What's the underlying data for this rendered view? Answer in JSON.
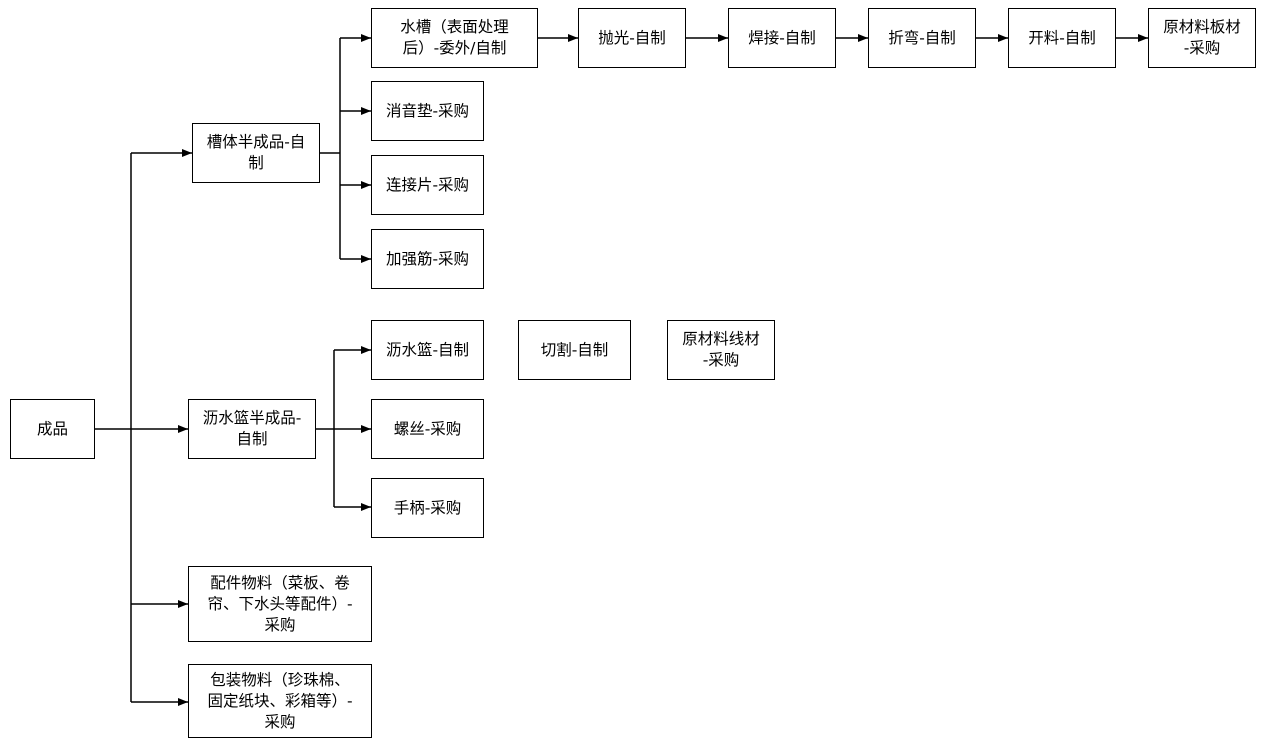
{
  "nodes": {
    "finished": "成品",
    "tank_semi": "槽体半成品-自\n制",
    "basket_semi": "沥水篮半成品-\n自制",
    "accessories": "配件物料（菜板、卷\n帘、下水头等配件）-\n采购",
    "packaging": "包装物料（珍珠棉、\n固定纸块、彩箱等）-\n采购",
    "sink": "水槽（表面处理\n后）-委外/自制",
    "polish": "抛光-自制",
    "weld": "焊接-自制",
    "bend": "折弯-自制",
    "cut": "开料-自制",
    "raw_sheet": "原材料板材\n-采购",
    "sound_pad": "消音垫-采购",
    "connector": "连接片-采购",
    "rib": "加强筋-采购",
    "basket": "沥水篮-自制",
    "cutting": "切割-自制",
    "raw_wire": "原材料线材\n-采购",
    "screw": "螺丝-采购",
    "handle": "手柄-采购"
  },
  "colors": {
    "line": "#000000",
    "box_border": "#000000",
    "background": "#ffffff"
  }
}
